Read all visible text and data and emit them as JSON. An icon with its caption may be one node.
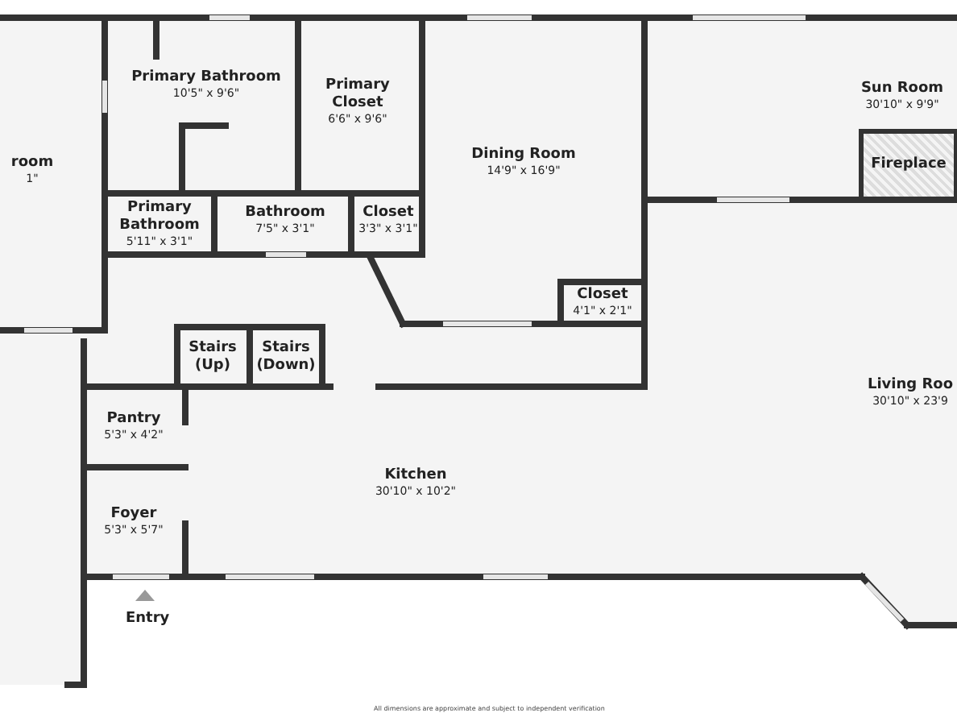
{
  "diagram": {
    "caption": "All dimensions are approximate and subject to independent verification",
    "nodes": [
      {
        "text": [
          "room",
          "1\""
        ]
      },
      {
        "text": [
          "Primary Bathroom",
          "10'5\" x 9'6\""
        ]
      },
      {
        "text": [
          "Primary Closet",
          "6'6\" x 9'6\""
        ]
      },
      {
        "text": [
          "Dining Room",
          "14'9\" x 16'9\""
        ]
      },
      {
        "text": [
          "Sun Room",
          "30'10\" x 9'9\""
        ]
      },
      {
        "text": [
          "Fireplace"
        ]
      },
      {
        "text": [
          "Primary Bathroom",
          "5'11\" x 3'1\""
        ]
      },
      {
        "text": [
          "Bathroom",
          "7'5\" x 3'1\""
        ]
      },
      {
        "text": [
          "Closet",
          "3'3\" x 3'1\""
        ]
      },
      {
        "text": [
          "Closet",
          "4'1\" x 2'1\""
        ]
      },
      {
        "text": [
          "Stairs (Up)"
        ]
      },
      {
        "text": [
          "Stairs (Down)"
        ]
      },
      {
        "text": [
          "Pantry",
          "5'3\" x 4'2\""
        ]
      },
      {
        "text": [
          "Living Roo",
          "30'10\" x 23'9"
        ]
      },
      {
        "text": [
          "Kitchen",
          "30'10\" x 10'2\""
        ]
      },
      {
        "text": [
          "Foyer",
          "5'3\" x 5'7\""
        ]
      }
    ],
    "labels": [
      "Entry"
    ]
  }
}
